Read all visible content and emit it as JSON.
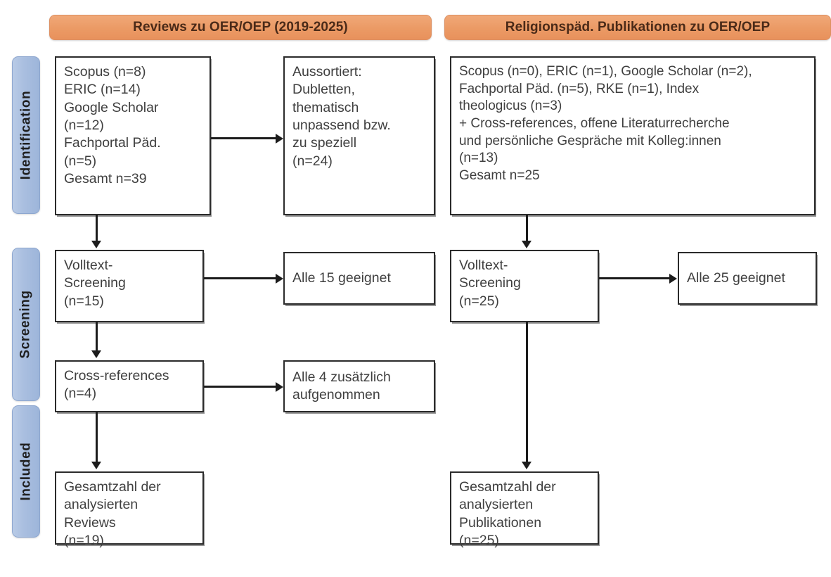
{
  "figure": {
    "type": "prisma-flow-diagram",
    "columns": [
      {
        "id": "reviews",
        "header": "Reviews zu OER/OEP (2019-2025)"
      },
      {
        "id": "religionspaed",
        "header": "Religionspäd. Publikationen zu OER/OEP"
      }
    ],
    "stages": [
      {
        "id": "identification",
        "label": "Identification"
      },
      {
        "id": "screening",
        "label": "Screening"
      },
      {
        "id": "included",
        "label": "Included"
      }
    ],
    "colors": {
      "header_fill": "#eb9a65",
      "header_text": "#4a2a18",
      "stage_fill": "#aabfe0",
      "stage_text": "#1f1f1f",
      "box_border": "#2b2b2b",
      "box_fill": "#ffffff",
      "box_text": "#3f3f3f",
      "connector": "#1c1c1c",
      "background": "#ffffff"
    }
  },
  "left_column": {
    "identification_box": {
      "lines": [
        "Scopus (n=8)",
        "ERIC (n=14)",
        "Google Scholar",
        "(n=12)",
        "Fachportal Päd.",
        "(n=5)",
        "Gesamt n=39"
      ]
    },
    "excluded_box": {
      "lines": [
        "Aussortiert:",
        "Dubletten,",
        "thematisch",
        "unpassend bzw.",
        "zu speziell",
        "(n=24)"
      ]
    },
    "screening_box": {
      "lines": [
        "Volltext-",
        "Screening",
        "(n=15)"
      ]
    },
    "screening_result_box": {
      "lines": [
        "Alle 15 geeignet"
      ]
    },
    "crossref_box": {
      "lines": [
        "Cross-references",
        "(n=4)"
      ]
    },
    "crossref_result_box": {
      "lines": [
        "Alle 4 zusätzlich",
        "aufgenommen"
      ]
    },
    "included_box": {
      "lines": [
        "Gesamtzahl der",
        "analysierten",
        "Reviews",
        "(n=19)"
      ]
    }
  },
  "right_column": {
    "identification_box": {
      "lines": [
        "Scopus (n=0), ERIC (n=1), Google Scholar (n=2),",
        "Fachportal Päd. (n=5), RKE (n=1), Index",
        "theologicus (n=3)",
        "+ Cross-references, offene Literaturrecherche",
        "und persönliche Gespräche mit Kolleg:innen",
        "(n=13)",
        "Gesamt n=25"
      ]
    },
    "screening_box": {
      "lines": [
        "Volltext-",
        "Screening",
        "(n=25)"
      ]
    },
    "screening_result_box": {
      "lines": [
        "Alle 25 geeignet"
      ]
    },
    "included_box": {
      "lines": [
        "Gesamtzahl der",
        "analysierten",
        "Publikationen",
        "(n=25)"
      ]
    }
  },
  "counts": {
    "left_scopus": 8,
    "left_eric": 14,
    "left_google_scholar": 12,
    "left_fachportal": 5,
    "left_total_identified": 39,
    "left_excluded": 24,
    "left_fulltext_screened": 15,
    "left_fulltext_eligible": 15,
    "left_crossrefs": 4,
    "left_crossrefs_added": 4,
    "left_included": 19,
    "right_scopus": 0,
    "right_eric": 1,
    "right_google_scholar": 2,
    "right_fachportal": 5,
    "right_rke": 1,
    "right_index_theologicus": 3,
    "right_other_sources": 13,
    "right_total_identified": 25,
    "right_fulltext_screened": 25,
    "right_fulltext_eligible": 25,
    "right_included": 25
  }
}
